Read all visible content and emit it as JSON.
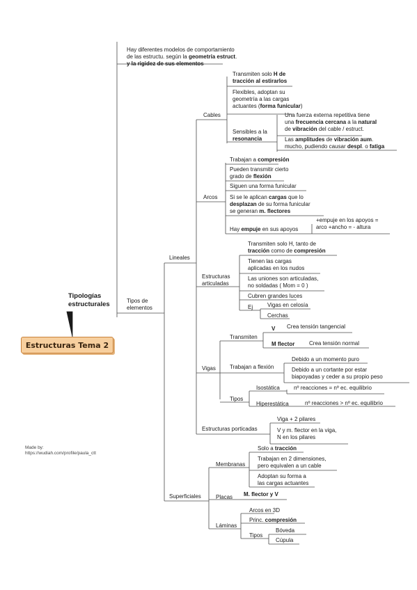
{
  "central": "Estructuras Tema 2",
  "made_by": {
    "l1": "Made by:",
    "l2": "https://wudiah.com/profile/paula_ctt"
  },
  "callout": {
    "l1": "Tipologías",
    "l2": "estructurales"
  },
  "intro": {
    "l1": "Hay diferentes modelos de comportamiento",
    "l2a": "de las estructu. según la ",
    "l2b": "geometría estruct",
    "l2c": ".",
    "l3": "y la rigidez de sus elementos"
  },
  "tipos": {
    "l1": "Tipos de",
    "l2": "elementos"
  },
  "lineales": "Lineales",
  "cables": {
    "label": "Cables",
    "a": {
      "p1": "Transmiten solo ",
      "b1": "H de",
      "b2": "tracción al estirarlos"
    },
    "b": {
      "l1": "Flexibles, adoptan su",
      "l2": "geometría a las cargas",
      "l3a": "actuantes (",
      "l3b": "forma funicular",
      "l3c": ")"
    },
    "sens": {
      "l1": "Sensibles a la",
      "l2": "resonancia"
    },
    "res1": {
      "l1": "Una fuerza externa repetitiva tiene",
      "l2a": "una ",
      "l2b": "frecuencia cercana",
      "l2c": " a la ",
      "l2d": "natural",
      "l3a": "de ",
      "l3b": "vibración",
      "l3c": " del cable / estruct."
    },
    "res2": {
      "l1a": "Las ",
      "l1b": "amplitudes",
      "l1c": " de ",
      "l1d": "vibración aum",
      "l1e": ".",
      "l2a": "mucho, pudiendo causar ",
      "l2b": "despl",
      "l2c": ". o ",
      "l2d": "fatiga"
    }
  },
  "arcos": {
    "label": "Arcos",
    "a": {
      "p1": "Trabajan a ",
      "b1": "compresión"
    },
    "b": {
      "l1": "Pueden transmitir cierto",
      "l2a": "grado de ",
      "l2b": "flexión"
    },
    "c": "Siguen una forma funicular",
    "d": {
      "l1a": "Si se le aplican ",
      "l1b": "cargas",
      "l1c": " que lo",
      "l2a": "desplazan",
      "l2b": " de su forma funicular",
      "l3a": "se generan ",
      "l3b": "m. flectores"
    },
    "e": {
      "a": "Hay ",
      "b": "empuje",
      "c": " en sus apoyos"
    },
    "e2": {
      "l1": "+empuje en los apoyos =",
      "l2": "arco +ancho = - altura"
    }
  },
  "art": {
    "label": {
      "l1": "Estructuras",
      "l2": "articuladas"
    },
    "a": {
      "l1": "Transmiten solo H, tanto de",
      "l2a": "tracción",
      "l2b": " como de ",
      "l2c": "compresión"
    },
    "b": {
      "l1": "Tienen las cargas",
      "l2": "aplicadas en los nudos"
    },
    "c": {
      "l1": "Las uniones son articuladas,",
      "l2": "no soldadas ( Mom = 0 )"
    },
    "d": "Cubren grandes luces",
    "ej": "Ej",
    "ej1": "Vigas en celosía",
    "ej2": "Cerchas"
  },
  "vigas": {
    "label": "Vigas",
    "trans": "Transmiten",
    "v": "V",
    "v_d": "Crea tensión tangencial",
    "m": "M flector",
    "m_d": "Crea tensión normal",
    "flex": "Trabajan a flexión",
    "f1": "Debido a un momento puro",
    "f2": {
      "l1": "Debido a un cortante por estar",
      "l2": "biapoyadas y ceder a su propio peso"
    },
    "tipos": "Tipos",
    "iso": "Isostática",
    "iso_d": "nº reacciones = nº ec. equilibrio",
    "hip": "Hiperestática",
    "hip_d": "nº reacciones > nº ec. equilibrio"
  },
  "port": {
    "label": "Estructuras porticadas",
    "a": "Viga + 2 pilares",
    "b": {
      "l1": "V y m. flector en la viga,",
      "l2": "N en los pilares"
    }
  },
  "superficiales": "Superficiales",
  "membranas": {
    "label": "Membranas",
    "a": {
      "p1": "Solo a ",
      "b1": "tracción"
    },
    "b": {
      "l1": "Trabajan en 2 dimensiones,",
      "l2": "pero equivalen a un cable"
    },
    "c": {
      "l1": "Adoptan su forma a",
      "l2": "las cargas actuantes"
    }
  },
  "placas": {
    "label": "Placas",
    "a": "M. flector y V"
  },
  "laminas": {
    "label": "Láminas",
    "a": "Arcos en 3D",
    "b": {
      "p1": "Princ. ",
      "b1": "compresión"
    },
    "tipos": "Tipos",
    "t1": "Bóveda",
    "t2": "Cúpula"
  },
  "colors": {
    "line": "#4a4a4a",
    "central_fill": "#f7cf9e",
    "central_border": "#c8823c"
  }
}
